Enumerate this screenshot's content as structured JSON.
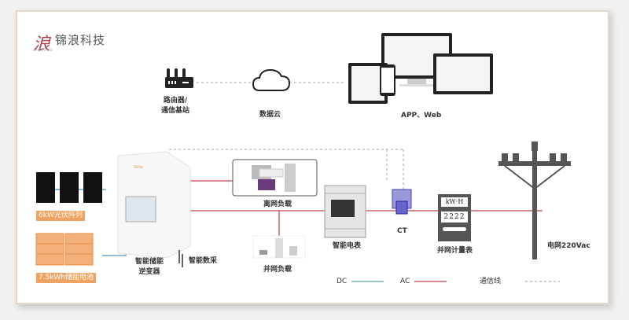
{
  "brand": {
    "mark": "浪",
    "name": "锦浪科技",
    "subtitle": "GINLONG"
  },
  "nodes": {
    "router": {
      "label_line1": "路由器/",
      "label_line2": "通信基站",
      "icon": "router-icon"
    },
    "cloud": {
      "label": "数据云",
      "icon": "cloud-icon"
    },
    "devices": {
      "label": "APP、Web",
      "icon": "devices-icon"
    },
    "pv_array": {
      "label": "6kW光伏阵列",
      "icon": "solar-panel-icon"
    },
    "battery": {
      "label": "7.5kWh储能电池",
      "icon": "battery-icon"
    },
    "inverter": {
      "label_line1": "智能储能",
      "label_line2": "逆变器",
      "icon": "inverter-icon"
    },
    "datalogger": {
      "label": "智能数采",
      "icon": "datalogger-icon"
    },
    "offgrid_load": {
      "label": "离网负载",
      "icon": "appliances-icon"
    },
    "ongrid_load": {
      "label": "并网负载",
      "icon": "appliances-icon"
    },
    "smart_meter": {
      "label": "智能电表",
      "icon": "smart-meter-icon"
    },
    "ct": {
      "label": "CT",
      "icon": "ct-clamp-icon"
    },
    "grid_meter": {
      "label": "并网计量表",
      "display_unit": "kW·H",
      "display_digits": [
        "2",
        "2",
        "2",
        "2"
      ],
      "icon": "energy-meter-icon"
    },
    "grid": {
      "label": "电网220Vac",
      "icon": "utility-pole-icon"
    }
  },
  "legend": {
    "dc": {
      "label": "DC",
      "color": "#7fb3c4"
    },
    "ac": {
      "label": "AC",
      "color": "#c9636b"
    },
    "comm": {
      "label": "通信线",
      "color": "#8aa0b0"
    }
  },
  "colors": {
    "accent_orange": "#f0a360",
    "frame": "#e8d6c8"
  }
}
